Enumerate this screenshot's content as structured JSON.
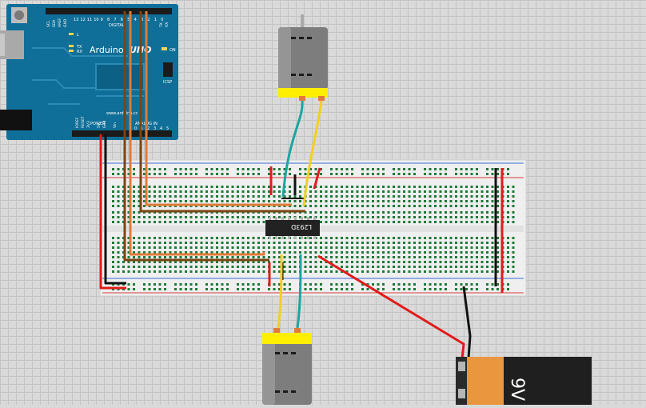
{
  "arduino": {
    "brand": "Arduino",
    "model": "UNO",
    "website": "www.arduino.cc",
    "digital_header_label": "DIGITAL",
    "digital_pins": [
      "13",
      "12",
      "11",
      "10",
      "9",
      "8",
      "7",
      "6",
      "5",
      "4",
      "3",
      "2",
      "1",
      "0"
    ],
    "power_header_label": "POWER",
    "analog_header_label": "ANALOG IN",
    "analog_pins": [
      "0",
      "1",
      "2",
      "3",
      "4",
      "5"
    ],
    "icsp_label": "ICSP",
    "led_labels": [
      "L",
      "TX",
      "RX"
    ],
    "pin_side_labels": [
      "SCL",
      "SDA",
      "AREF",
      "GND",
      "IOREF",
      "RESET",
      "3V3",
      "5V",
      "Gnd",
      "Vin",
      "TX",
      "RX"
    ],
    "on_label": "ON"
  },
  "chip": {
    "label": "L293D"
  },
  "battery": {
    "label": "9V"
  },
  "colors": {
    "board_blue": "#0f6f98",
    "wire_red": "#e11b1b",
    "wire_orange": "#e07b39",
    "wire_brown": "#7a4513",
    "wire_green": "#1aa6a0",
    "wire_yellow": "#f2cf22",
    "wire_black": "#111111",
    "motor_grey": "#7d7d7d",
    "motor_cap_yellow": "#ffee00",
    "battery_orange": "#e9963e"
  }
}
